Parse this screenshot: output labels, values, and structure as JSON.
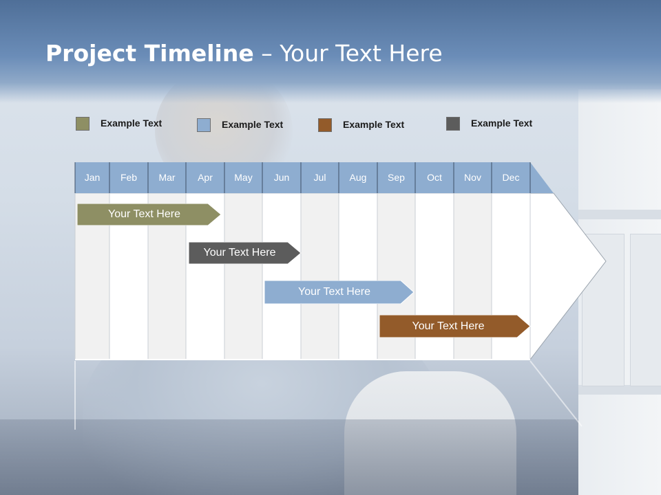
{
  "title": {
    "bold": "Project Timeline",
    "rest": " – Your Text Here"
  },
  "legend": [
    {
      "label": "Example Text",
      "color": "#8e8f64"
    },
    {
      "label": "Example Text",
      "color": "#8eadd0"
    },
    {
      "label": "Example Text",
      "color": "#935b2a"
    },
    {
      "label": "Example Text",
      "color": "#5c5c5c"
    }
  ],
  "months": [
    "Jan",
    "Feb",
    "Mar",
    "Apr",
    "May",
    "Jun",
    "Jul",
    "Aug",
    "Sep",
    "Oct",
    "Nov",
    "Dec"
  ],
  "tasks": [
    {
      "label": "Your  Text Here",
      "color": "#8e8f64"
    },
    {
      "label": "Your  Text Here",
      "color": "#5c5c5c"
    },
    {
      "label": "Your  Text Here",
      "color": "#8eadd0"
    },
    {
      "label": "Your  Text Here",
      "color": "#935b2a"
    }
  ],
  "colors": {
    "header": "#8eadd0",
    "title_band": "#5a7aa5"
  }
}
